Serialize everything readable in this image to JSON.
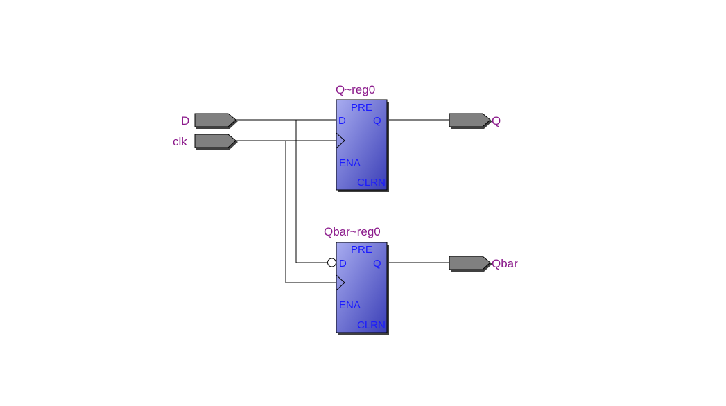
{
  "inputs": {
    "d": "D",
    "clk": "clk"
  },
  "outputs": {
    "q": "Q",
    "qbar": "Qbar"
  },
  "registers": [
    {
      "name": "Q~reg0",
      "ports": {
        "pre": "PRE",
        "d": "D",
        "q": "Q",
        "ena": "ENA",
        "clrn": "CLRN"
      }
    },
    {
      "name": "Qbar~reg0",
      "ports": {
        "pre": "PRE",
        "d": "D",
        "q": "Q",
        "ena": "ENA",
        "clrn": "CLRN"
      }
    }
  ],
  "colors": {
    "label": "#8b1a8b",
    "port_text": "#1a1aff",
    "block_light": "#a0a4e8",
    "block_dark": "#3c40b8",
    "pin_fill": "#808080"
  }
}
